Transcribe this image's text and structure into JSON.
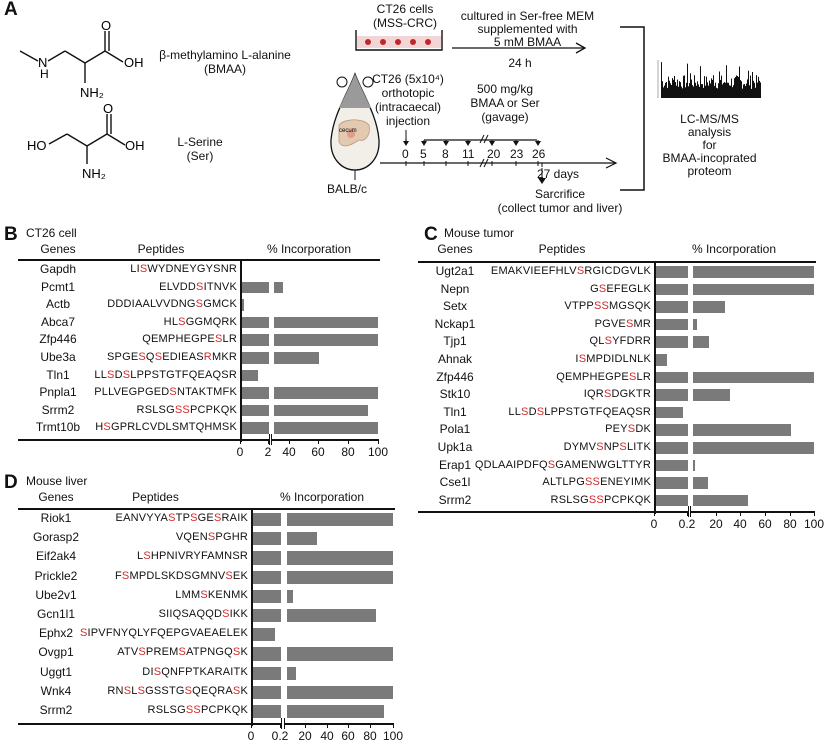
{
  "panels": {
    "A": {
      "label": "A",
      "bmaa_name": "β-methylamino L-alanine",
      "bmaa_abbr": "(BMAA)",
      "ser_name": "L-Serine",
      "ser_abbr": "(Ser)",
      "struct_atoms": {
        "N": "N",
        "H": "H",
        "NH2": "NH₂",
        "OH": "OH",
        "O": "O",
        "HO": "HO"
      },
      "cells_title": "CT26 cells",
      "cells_sub": "(MSS-CRC)",
      "culture_line1": "cultured in  Ser-free MEM",
      "culture_line2": "supplemented with",
      "culture_line3": "5 mM BMAA",
      "culture_time": "24 h",
      "injection_line1": "CT26 (5x10⁴)",
      "injection_line2": "orthotopic",
      "injection_line3": "(intracaecal)",
      "injection_line4": "injection",
      "dose_line1": "500 mg/kg",
      "dose_line2": "BMAA or Ser",
      "dose_line3": "(gavage)",
      "timeline_days": [
        "0",
        "5",
        "8",
        "11",
        "20",
        "23",
        "26"
      ],
      "end_day": "27  days",
      "sacrifice_line1": "Sarcrifice",
      "sacrifice_line2": "(collect tumor and liver)",
      "mouse_strain": "BALB/c",
      "cecum_label": "cecum",
      "ms_line1": "LC-MS/MS",
      "ms_line2": "analysis",
      "ms_line3": "for",
      "ms_line4": "BMAA-incoprated",
      "ms_line5": "proteom"
    }
  },
  "chart_data": [
    {
      "type": "bar",
      "panel": "B",
      "title": "CT26 cell",
      "col_genes": "Genes",
      "col_peptides": "Peptides",
      "xlabel": "% Incorporation",
      "axis_break": {
        "low_range": [
          0,
          2
        ],
        "high_range": [
          29,
          100
        ]
      },
      "tick_labels": [
        "0",
        "2",
        "40",
        "60",
        "80",
        "100"
      ],
      "categories": [
        "Gapdh",
        "Pcmt1",
        "Actb",
        "Abca7",
        "Zfp446",
        "Ube3a",
        "Tln1",
        "Pnpla1",
        "Srrm2",
        "Trmt10b"
      ],
      "peptides": [
        "LISWYDNEYGYSNR",
        "ELVDDSITNVK",
        "DDDIAALVVDNGSGMCK",
        "HLSGGMQRK",
        "QEMPHEGPESLR",
        "SPGESQSEDIEASRMKR",
        "LLSDSLPPSTGTFQEAQSR",
        "PLLVEGPGEDSNTAKTMFK",
        "RSLSGSSPCPKQK",
        "HSGPRLCVDLSMTQHMSK"
      ],
      "highlight_positions": [
        [
          2
        ],
        [
          5
        ],
        [
          12
        ],
        [
          2
        ],
        [
          9
        ],
        [
          4,
          6,
          13
        ],
        [
          2,
          4
        ],
        [
          10
        ],
        [
          5,
          6
        ],
        [
          1
        ]
      ],
      "values": [
        0,
        35,
        0.2,
        100,
        100,
        60,
        1.2,
        100,
        93,
        100
      ]
    },
    {
      "type": "bar",
      "panel": "C",
      "title": "Mouse tumor",
      "col_genes": "Genes",
      "col_peptides": "Peptides",
      "xlabel": "% Incorporation",
      "axis_break": {
        "low_range": [
          0,
          0.2
        ],
        "high_range": [
          1,
          100
        ]
      },
      "tick_labels": [
        "0",
        "0.2",
        "20",
        "40",
        "60",
        "80",
        "100"
      ],
      "categories": [
        "Ugt2a1",
        "Nepn",
        "Setx",
        "Nckap1",
        "Tjp1",
        "Ahnak",
        "Zfp446",
        "Stk10",
        "Tln1",
        "Pola1",
        "Upk1a",
        "Erap1",
        "Cse1l",
        "Srrm2"
      ],
      "peptides": [
        "EMAKVIEEFHLVSRGICDGVLK",
        "GSEFEGLK",
        "VTPPSSMGSQK",
        "PGVESMR",
        "QLSYFDRR",
        "ISMPDIDLNLK",
        "QEMPHEGPESLR",
        "IQRSDGKTR",
        "LLSDSLPPSTGTFQEAQSR",
        "PEYSDK",
        "DYMVSNPSLITK",
        "QDLAAIPDFQSGAMENWGLTTYR",
        "ALTLPGSSENEYIMK",
        "RSLSGSSPCPKQK"
      ],
      "highlight_positions": [
        [
          12
        ],
        [
          1
        ],
        [
          4,
          5
        ],
        [
          4
        ],
        [
          2
        ],
        [
          1
        ],
        [
          9
        ],
        [
          3
        ],
        [
          2,
          4
        ],
        [
          3
        ],
        [
          4,
          7
        ],
        [
          10
        ],
        [
          6,
          7
        ],
        [
          5,
          6
        ]
      ],
      "values": [
        100,
        100,
        27,
        4,
        14,
        0.07,
        100,
        31,
        0.17,
        81,
        100,
        1,
        13,
        46
      ]
    },
    {
      "type": "bar",
      "panel": "D",
      "title": "Mouse liver",
      "col_genes": "Genes",
      "col_peptides": "Peptides",
      "xlabel": "% Incorporation",
      "axis_break": {
        "low_range": [
          0,
          0.2
        ],
        "high_range": [
          4,
          100
        ]
      },
      "tick_labels": [
        "0",
        "0.2",
        "20",
        "40",
        "60",
        "80",
        "100"
      ],
      "categories": [
        "Riok1",
        "Gorasp2",
        "Eif2ak4",
        "Prickle2",
        "Ube2v1",
        "Gcn1l1",
        "Ephx2",
        "Ovgp1",
        "Uggt1",
        "Wnk4",
        "Srrm2"
      ],
      "peptides": [
        "EANVYYASTPSGESRAIK",
        "VQENSPGHR",
        "LSHPNIVRYFAMNSR",
        "FSMPDLSKDSGMNVSEK",
        "LMMSKENMK",
        "SIIQSAQQDSIKK",
        "SIPVFNYQLYFQEPGVAEAELEK",
        "ATVSPREMSATPNGQSK",
        "DISQNFPTKARAITK",
        "RNSLSGSSTGSQEQRASK",
        "RSLSGSSPCPKQK"
      ],
      "highlight_positions": [
        [
          7,
          10,
          13
        ],
        [
          4
        ],
        [
          1
        ],
        [
          1,
          14
        ],
        [
          3
        ],
        [
          9
        ],
        [
          0
        ],
        [
          3,
          8,
          15
        ],
        [
          2
        ],
        [
          2,
          4,
          10,
          16
        ],
        [
          5,
          6
        ]
      ],
      "values": [
        100,
        31,
        100,
        100,
        9,
        85,
        0.16,
        100,
        12,
        100,
        92
      ]
    }
  ],
  "colors": {
    "bar": "#7a7a7a",
    "highlight": "#d22b2b",
    "dish_fill": "#f2d6d6",
    "cell_dot": "#c4242c",
    "mouse_body": "#f2efe8",
    "mouse_head": "#9a9a9a"
  }
}
